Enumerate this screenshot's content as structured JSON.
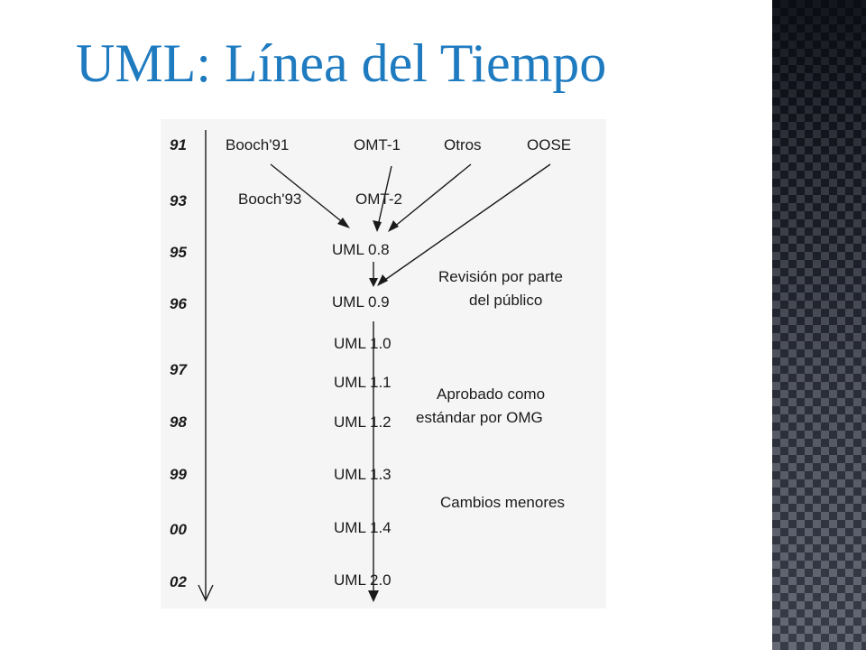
{
  "title": "UML: Línea del Tiempo",
  "years": [
    "91",
    "93",
    "95",
    "96",
    "97",
    "98",
    "99",
    "00",
    "02"
  ],
  "sources": [
    "Booch'91",
    "OMT-1",
    "Otros",
    "OOSE",
    "Booch'93",
    "OMT-2"
  ],
  "versions": [
    "UML 0.8",
    "UML 0.9",
    "UML 1.0",
    "UML 1.1",
    "UML 1.2",
    "UML 1.3",
    "UML 1.4",
    "UML 2.0"
  ],
  "notes": {
    "review_1": "Revisión por parte",
    "review_2": "del público",
    "approved_1": "Aprobado como",
    "approved_2": "estándar por OMG",
    "minor": "Cambios menores"
  },
  "colors": {
    "title": "#1f7bc0",
    "diagram_bg": "#f5f5f5",
    "side_panel": "#3a3e4a"
  }
}
